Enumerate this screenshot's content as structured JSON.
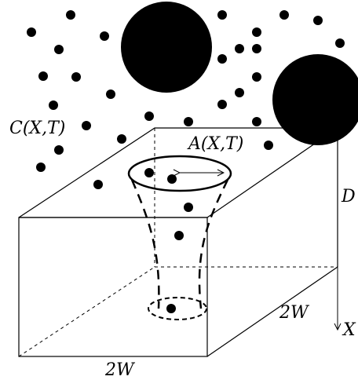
{
  "labels": {
    "concentration": "C(X,T)",
    "area": "A(X,T)",
    "depth": "D",
    "axis": "X",
    "width_right": "2W",
    "width_bottom": "2W"
  }
}
